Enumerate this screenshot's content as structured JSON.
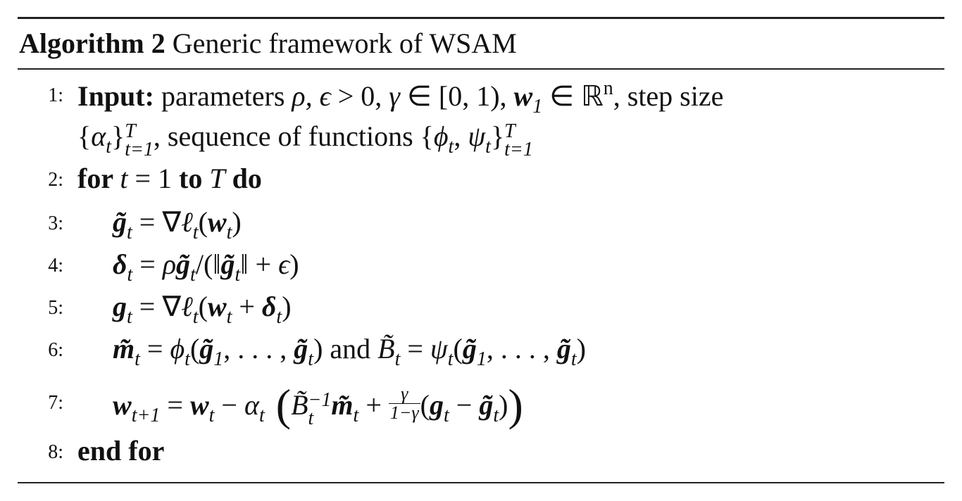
{
  "title": {
    "label": "Algorithm 2",
    "text": "Generic framework of WSAM"
  },
  "lines": [
    {
      "num": "1:",
      "indent": false,
      "segs": [
        {
          "s": "b",
          "t": "Input:"
        },
        {
          "s": "r",
          "t": " parameters "
        },
        {
          "s": "i",
          "t": "ρ, ϵ"
        },
        {
          "s": "r",
          "t": " > 0, "
        },
        {
          "s": "i",
          "t": "γ"
        },
        {
          "s": "r",
          "t": " ∈ [0, 1), "
        },
        {
          "s": "bi",
          "t": "w"
        },
        {
          "s": "sub",
          "t": "1"
        },
        {
          "s": "r",
          "t": " ∈ ℝ"
        },
        {
          "s": "sup",
          "t": "n"
        },
        {
          "s": "r",
          "t": ", step size"
        }
      ]
    },
    {
      "num": "",
      "indent": false,
      "segs": [
        {
          "s": "r",
          "t": "{"
        },
        {
          "s": "i",
          "t": "α"
        },
        {
          "s": "sub",
          "t": "t"
        },
        {
          "s": "r",
          "t": "}"
        },
        {
          "s": "ss",
          "sup": "T",
          "sub": "t=1"
        },
        {
          "s": "r",
          "t": ", sequence of functions {"
        },
        {
          "s": "i",
          "t": "ϕ"
        },
        {
          "s": "sub",
          "t": "t"
        },
        {
          "s": "r",
          "t": ", "
        },
        {
          "s": "i",
          "t": "ψ"
        },
        {
          "s": "sub",
          "t": "t"
        },
        {
          "s": "r",
          "t": "}"
        },
        {
          "s": "ss",
          "sup": "T",
          "sub": "t=1"
        }
      ]
    },
    {
      "num": "2:",
      "indent": false,
      "segs": [
        {
          "s": "b",
          "t": "for "
        },
        {
          "s": "i",
          "t": "t"
        },
        {
          "s": "r",
          "t": " = 1 "
        },
        {
          "s": "b",
          "t": "to "
        },
        {
          "s": "i",
          "t": "T"
        },
        {
          "s": "b",
          "t": " do"
        }
      ]
    },
    {
      "num": "3:",
      "indent": true,
      "segs": [
        {
          "s": "bi",
          "t": "g̃"
        },
        {
          "s": "sub",
          "t": "t"
        },
        {
          "s": "r",
          "t": " = ∇"
        },
        {
          "s": "i",
          "t": "ℓ"
        },
        {
          "s": "sub",
          "t": "t"
        },
        {
          "s": "r",
          "t": "("
        },
        {
          "s": "bi",
          "t": "w"
        },
        {
          "s": "sub",
          "t": "t"
        },
        {
          "s": "r",
          "t": ")"
        }
      ]
    },
    {
      "num": "4:",
      "indent": true,
      "segs": [
        {
          "s": "bi",
          "t": "δ"
        },
        {
          "s": "sub",
          "t": "t"
        },
        {
          "s": "r",
          "t": " = "
        },
        {
          "s": "i",
          "t": "ρ"
        },
        {
          "s": "bi",
          "t": "g̃"
        },
        {
          "s": "sub",
          "t": "t"
        },
        {
          "s": "r",
          "t": "/(‖"
        },
        {
          "s": "bi",
          "t": "g̃"
        },
        {
          "s": "sub",
          "t": "t"
        },
        {
          "s": "r",
          "t": "‖ + "
        },
        {
          "s": "i",
          "t": "ϵ"
        },
        {
          "s": "r",
          "t": ")"
        }
      ]
    },
    {
      "num": "5:",
      "indent": true,
      "segs": [
        {
          "s": "bi",
          "t": "g"
        },
        {
          "s": "sub",
          "t": "t"
        },
        {
          "s": "r",
          "t": " = ∇"
        },
        {
          "s": "i",
          "t": "ℓ"
        },
        {
          "s": "sub",
          "t": "t"
        },
        {
          "s": "r",
          "t": "("
        },
        {
          "s": "bi",
          "t": "w"
        },
        {
          "s": "sub",
          "t": "t"
        },
        {
          "s": "r",
          "t": " + "
        },
        {
          "s": "bi",
          "t": "δ"
        },
        {
          "s": "sub",
          "t": "t"
        },
        {
          "s": "r",
          "t": ")"
        }
      ]
    },
    {
      "num": "6:",
      "indent": true,
      "segs": [
        {
          "s": "bi",
          "t": "m̃"
        },
        {
          "s": "sub",
          "t": "t"
        },
        {
          "s": "r",
          "t": " = "
        },
        {
          "s": "i",
          "t": "ϕ"
        },
        {
          "s": "sub",
          "t": "t"
        },
        {
          "s": "r",
          "t": "("
        },
        {
          "s": "bi",
          "t": "g̃"
        },
        {
          "s": "sub",
          "t": "1"
        },
        {
          "s": "r",
          "t": ", . . . , "
        },
        {
          "s": "bi",
          "t": "g̃"
        },
        {
          "s": "sub",
          "t": "t"
        },
        {
          "s": "r",
          "t": ") and "
        },
        {
          "s": "i",
          "t": "B̃"
        },
        {
          "s": "sub",
          "t": "t"
        },
        {
          "s": "r",
          "t": " = "
        },
        {
          "s": "i",
          "t": "ψ"
        },
        {
          "s": "sub",
          "t": "t"
        },
        {
          "s": "r",
          "t": "("
        },
        {
          "s": "bi",
          "t": "g̃"
        },
        {
          "s": "sub",
          "t": "1"
        },
        {
          "s": "r",
          "t": ", . . . , "
        },
        {
          "s": "bi",
          "t": "g̃"
        },
        {
          "s": "sub",
          "t": "t"
        },
        {
          "s": "r",
          "t": ")"
        }
      ]
    },
    {
      "num": "7:",
      "indent": true,
      "segs": [
        {
          "s": "bi",
          "t": "w"
        },
        {
          "s": "sub",
          "t": "t+1"
        },
        {
          "s": "r",
          "t": " = "
        },
        {
          "s": "bi",
          "t": "w"
        },
        {
          "s": "sub",
          "t": "t"
        },
        {
          "s": "r",
          "t": " − "
        },
        {
          "s": "i",
          "t": "α"
        },
        {
          "s": "sub",
          "t": "t"
        },
        {
          "s": "big",
          "t": " ("
        },
        {
          "s": "i",
          "t": "B̃"
        },
        {
          "s": "ss",
          "sup": "−1",
          "sub": "t"
        },
        {
          "s": "bi",
          "t": "m̃"
        },
        {
          "s": "sub",
          "t": "t"
        },
        {
          "s": "r",
          "t": " + "
        },
        {
          "s": "frac",
          "num": "γ",
          "den": "1−γ"
        },
        {
          "s": "r",
          "t": "("
        },
        {
          "s": "bi",
          "t": "g"
        },
        {
          "s": "sub",
          "t": "t"
        },
        {
          "s": "r",
          "t": " − "
        },
        {
          "s": "bi",
          "t": "g̃"
        },
        {
          "s": "sub",
          "t": "t"
        },
        {
          "s": "r",
          "t": ")"
        },
        {
          "s": "big",
          "t": ")"
        }
      ]
    },
    {
      "num": "8:",
      "indent": false,
      "segs": [
        {
          "s": "b",
          "t": "end for"
        }
      ]
    }
  ]
}
